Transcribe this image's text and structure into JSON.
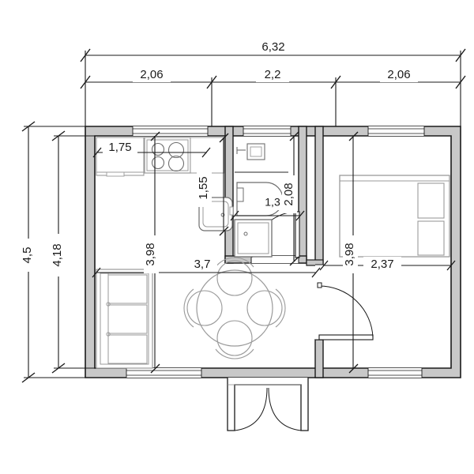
{
  "drawing": {
    "type": "architectural-floor-plan",
    "title": "Apartment floor plan",
    "units": "meters",
    "background_color": "#ffffff",
    "line_color": "#1a1a1a",
    "wall_fill_color": "#c8c8c8",
    "furniture_line_color": "#9a9a9a"
  },
  "dimensions": {
    "overall_width": "6,32",
    "overall_height": "4,5",
    "inner_height": "4,18",
    "top_segments": [
      "2,06",
      "2,2",
      "2,06"
    ],
    "kitchen_width": "1,75",
    "kitchen_depth": "1,55",
    "bathroom_width": "1,3",
    "bathroom_depth": "2,08",
    "living_depth_left": "3,98",
    "living_width": "3,7",
    "bedroom_depth": "3,98",
    "bedroom_width": "2,37"
  },
  "labels": {
    "overall_width": "6,32",
    "seg_left": "2,06",
    "seg_mid": "2,2",
    "seg_right": "2,06",
    "overall_height": "4,5",
    "inner_height": "4,18",
    "kitchen_width": "1,75",
    "kitchen_depth": "1,55",
    "bath_width": "1,3",
    "bath_depth": "2,08",
    "living_depth": "3,98",
    "living_width": "3,7",
    "bedroom_depth": "3,98",
    "bedroom_width": "2,37"
  },
  "rooms": [
    {
      "name": "kitchen",
      "furniture": [
        "counter",
        "cooktop",
        "sink",
        "upper-cabinet"
      ]
    },
    {
      "name": "bathroom",
      "furniture": [
        "toilet",
        "shower-tray",
        "wall-cabinet",
        "door-swing"
      ]
    },
    {
      "name": "living-dining",
      "furniture": [
        "sofa",
        "round-table",
        "chair",
        "chair",
        "chair",
        "chair"
      ]
    },
    {
      "name": "bedroom",
      "furniture": [
        "double-bed",
        "pillow",
        "pillow"
      ]
    }
  ],
  "openings": [
    {
      "name": "entry-double-door",
      "location": "bottom-center"
    },
    {
      "name": "bedroom-door",
      "location": "interior-left-of-bedroom"
    },
    {
      "name": "bathroom-door",
      "location": "bathroom-bottom"
    },
    {
      "name": "window-kitchen-top",
      "location": "top-wall-left"
    },
    {
      "name": "window-bathroom-top",
      "location": "top-wall-middle"
    },
    {
      "name": "window-bedroom-top",
      "location": "top-wall-right"
    },
    {
      "name": "window-living-bottom",
      "location": "bottom-wall-left"
    },
    {
      "name": "window-bedroom-bottom",
      "location": "bottom-wall-right"
    }
  ]
}
